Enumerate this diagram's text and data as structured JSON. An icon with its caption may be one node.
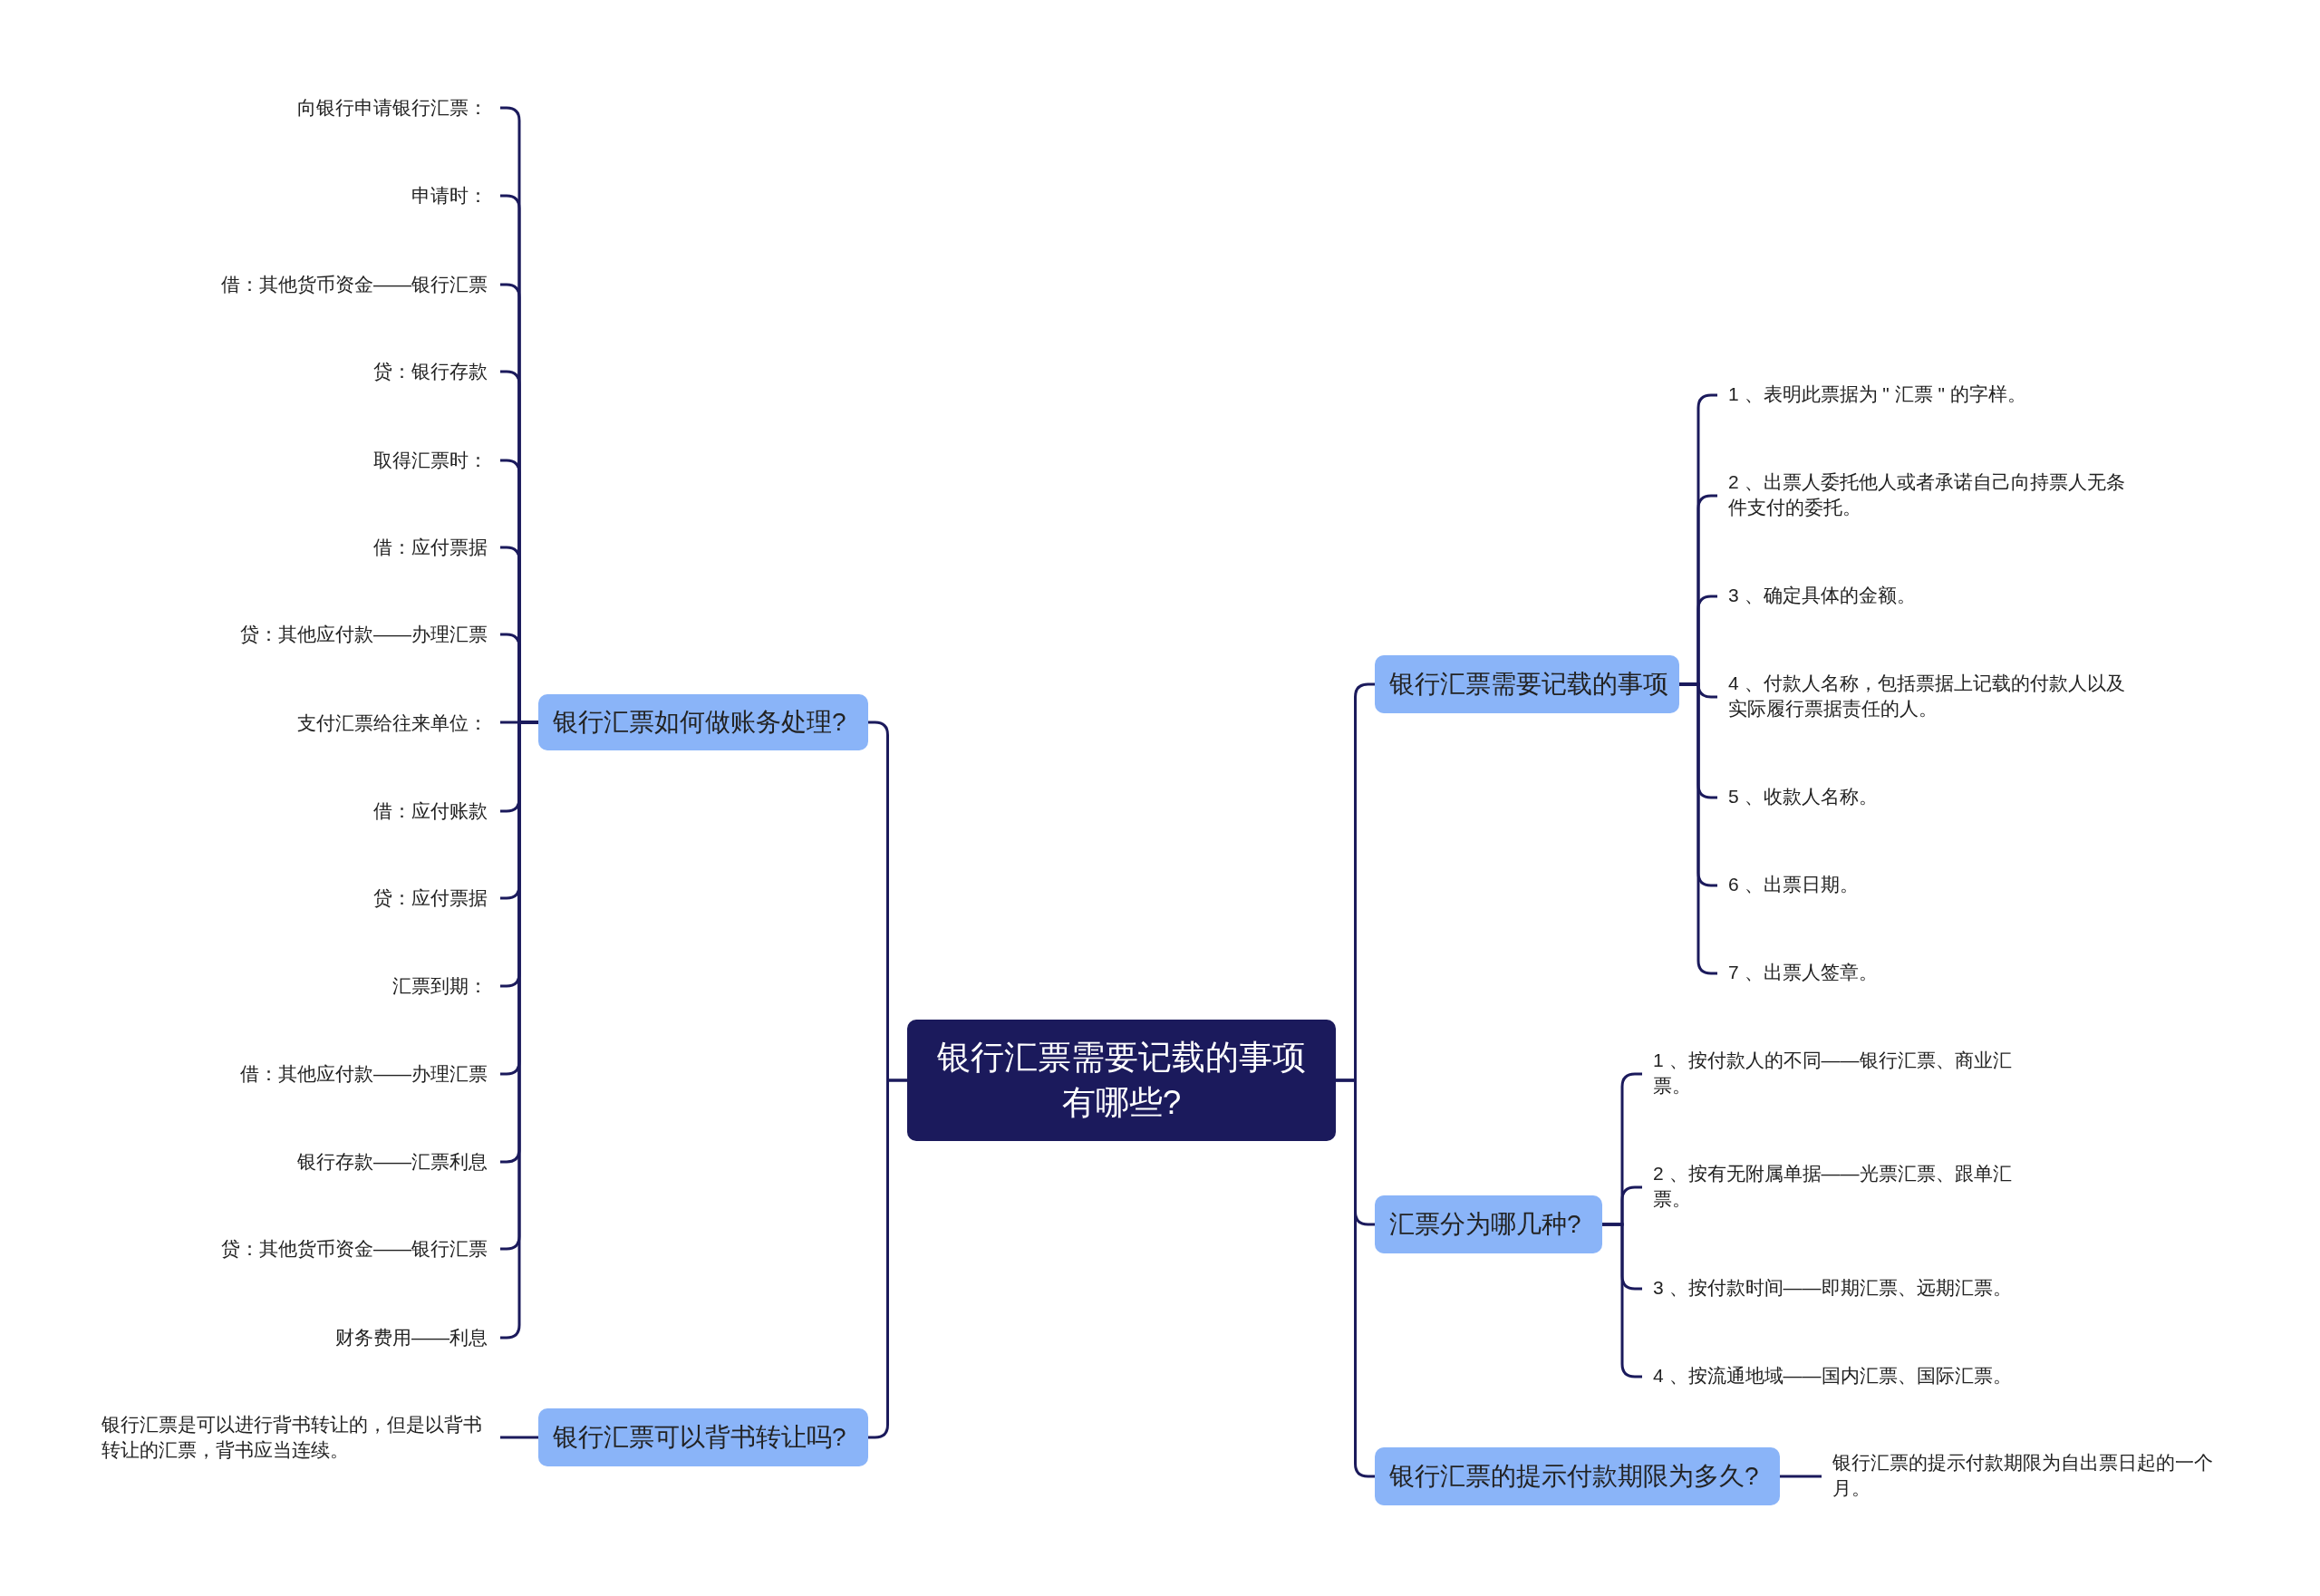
{
  "diagram": {
    "nodes": [
      {
        "text": [
          "银行汇票需要记载的事项有哪些?"
        ]
      },
      {
        "text": [
          "银行汇票如何做账务处理?"
        ]
      },
      {
        "text": [
          "向银行申请银行汇票："
        ]
      },
      {
        "text": [
          "申请时："
        ]
      },
      {
        "text": [
          "借：其他货币资金——银行汇票"
        ]
      },
      {
        "text": [
          "贷：银行存款"
        ]
      },
      {
        "text": [
          "取得汇票时："
        ]
      },
      {
        "text": [
          "借：应付票据"
        ]
      },
      {
        "text": [
          "贷：其他应付款——办理汇票"
        ]
      },
      {
        "text": [
          "支付汇票给往来单位："
        ]
      },
      {
        "text": [
          "借：应付账款"
        ]
      },
      {
        "text": [
          "贷：应付票据"
        ]
      },
      {
        "text": [
          "汇票到期："
        ]
      },
      {
        "text": [
          "借：其他应付款——办理汇票"
        ]
      },
      {
        "text": [
          "银行存款——汇票利息"
        ]
      },
      {
        "text": [
          "贷：其他货币资金——银行汇票"
        ]
      },
      {
        "text": [
          "财务费用——利息"
        ]
      },
      {
        "text": [
          "银行汇票可以背书转让吗?"
        ]
      },
      {
        "text": [
          "银行汇票是可以进行背书转让的，但是以背书转让的汇票，背书应当连续。"
        ]
      },
      {
        "text": [
          "银行汇票需要记载的事项"
        ]
      },
      {
        "text": [
          "1 、表明此票据为 \" 汇票 \" 的字样。"
        ]
      },
      {
        "text": [
          "2 、出票人委托他人或者承诺自己向持票人无条件支付的委托。"
        ]
      },
      {
        "text": [
          "3 、确定具体的金额。"
        ]
      },
      {
        "text": [
          "4 、付款人名称，包括票据上记载的付款人以及实际履行票据责任的人。"
        ]
      },
      {
        "text": [
          "5 、收款人名称。"
        ]
      },
      {
        "text": [
          "6 、出票日期。"
        ]
      },
      {
        "text": [
          "7 、出票人签章。"
        ]
      },
      {
        "text": [
          "汇票分为哪几种?"
        ]
      },
      {
        "text": [
          "1 、按付款人的不同——银行汇票、商业汇票。"
        ]
      },
      {
        "text": [
          "2 、按有无附属单据——光票汇票、跟单汇票。"
        ]
      },
      {
        "text": [
          "3 、按付款时间——即期汇票、远期汇票。"
        ]
      },
      {
        "text": [
          "4 、按流通地域——国内汇票、国际汇票。"
        ]
      },
      {
        "text": [
          "银行汇票的提示付款期限为多久?"
        ]
      },
      {
        "text": [
          "银行汇票的提示付款期限为自出票日起的一个月。"
        ]
      }
    ],
    "edges": [
      {
        "from": 0,
        "to": 1,
        "arrow": "none"
      },
      {
        "from": 0,
        "to": 17,
        "arrow": "none"
      },
      {
        "from": 0,
        "to": 19,
        "arrow": "none"
      },
      {
        "from": 0,
        "to": 27,
        "arrow": "none"
      },
      {
        "from": 0,
        "to": 32,
        "arrow": "none"
      },
      {
        "from": 1,
        "to": 2,
        "arrow": "none"
      },
      {
        "from": 1,
        "to": 3,
        "arrow": "none"
      },
      {
        "from": 1,
        "to": 4,
        "arrow": "none"
      },
      {
        "from": 1,
        "to": 5,
        "arrow": "none"
      },
      {
        "from": 1,
        "to": 6,
        "arrow": "none"
      },
      {
        "from": 1,
        "to": 7,
        "arrow": "none"
      },
      {
        "from": 1,
        "to": 8,
        "arrow": "none"
      },
      {
        "from": 1,
        "to": 9,
        "arrow": "none"
      },
      {
        "from": 1,
        "to": 10,
        "arrow": "none"
      },
      {
        "from": 1,
        "to": 11,
        "arrow": "none"
      },
      {
        "from": 1,
        "to": 12,
        "arrow": "none"
      },
      {
        "from": 1,
        "to": 13,
        "arrow": "none"
      },
      {
        "from": 1,
        "to": 14,
        "arrow": "none"
      },
      {
        "from": 1,
        "to": 15,
        "arrow": "none"
      },
      {
        "from": 1,
        "to": 16,
        "arrow": "none"
      },
      {
        "from": 17,
        "to": 18,
        "arrow": "none"
      },
      {
        "from": 19,
        "to": 20,
        "arrow": "none"
      },
      {
        "from": 19,
        "to": 21,
        "arrow": "none"
      },
      {
        "from": 19,
        "to": 22,
        "arrow": "none"
      },
      {
        "from": 19,
        "to": 23,
        "arrow": "none"
      },
      {
        "from": 19,
        "to": 24,
        "arrow": "none"
      },
      {
        "from": 19,
        "to": 25,
        "arrow": "none"
      },
      {
        "from": 19,
        "to": 26,
        "arrow": "none"
      },
      {
        "from": 27,
        "to": 28,
        "arrow": "none"
      },
      {
        "from": 27,
        "to": 29,
        "arrow": "none"
      },
      {
        "from": 27,
        "to": 30,
        "arrow": "none"
      },
      {
        "from": 27,
        "to": 31,
        "arrow": "none"
      },
      {
        "from": 32,
        "to": 33,
        "arrow": "none"
      }
    ]
  }
}
